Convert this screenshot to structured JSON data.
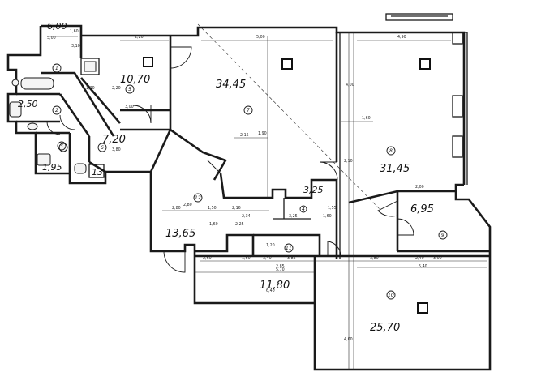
{
  "rooms": [
    {
      "id": "r1",
      "area": "6,00",
      "number": "1"
    },
    {
      "id": "r2",
      "area": "2,50",
      "number": "2"
    },
    {
      "id": "r3",
      "area": "1,95",
      "number": "3"
    },
    {
      "id": "r5",
      "area": "10,70",
      "number": "5"
    },
    {
      "id": "r6",
      "area": "7,20",
      "number": "6"
    },
    {
      "id": "r13",
      "area": "",
      "number": "13"
    },
    {
      "id": "r7",
      "area": "34,45",
      "number": "7"
    },
    {
      "id": "r8",
      "area": "31,45",
      "number": "8"
    },
    {
      "id": "r4",
      "area": "3,25",
      "number": "4"
    },
    {
      "id": "r9",
      "area": "6,95",
      "number": "9"
    },
    {
      "id": "r12",
      "area": "13,65",
      "number": "12"
    },
    {
      "id": "r11",
      "area": "11,80",
      "number": "11"
    },
    {
      "id": "r10",
      "area": "25,70",
      "number": "10"
    }
  ],
  "dimensions": [
    "5,00",
    "1,60",
    "2,20",
    "2,20",
    "5,00",
    "4,90",
    "3,00",
    "2,15",
    "1,60",
    "2,80",
    "1,50",
    "2,16",
    "3,25",
    "1,60",
    "2,60",
    "2,25",
    "1,50",
    "3,85",
    "2,85",
    "3,40",
    "3,80",
    "5,40",
    "5,70",
    "2,40",
    "3,00",
    "4,00",
    "2,10",
    "2,00",
    "1,90",
    "3,80",
    "6,40",
    "2,80",
    "4,00",
    "1,20",
    "1,55",
    "1,20",
    "3,10",
    "1,60",
    "2,34"
  ]
}
